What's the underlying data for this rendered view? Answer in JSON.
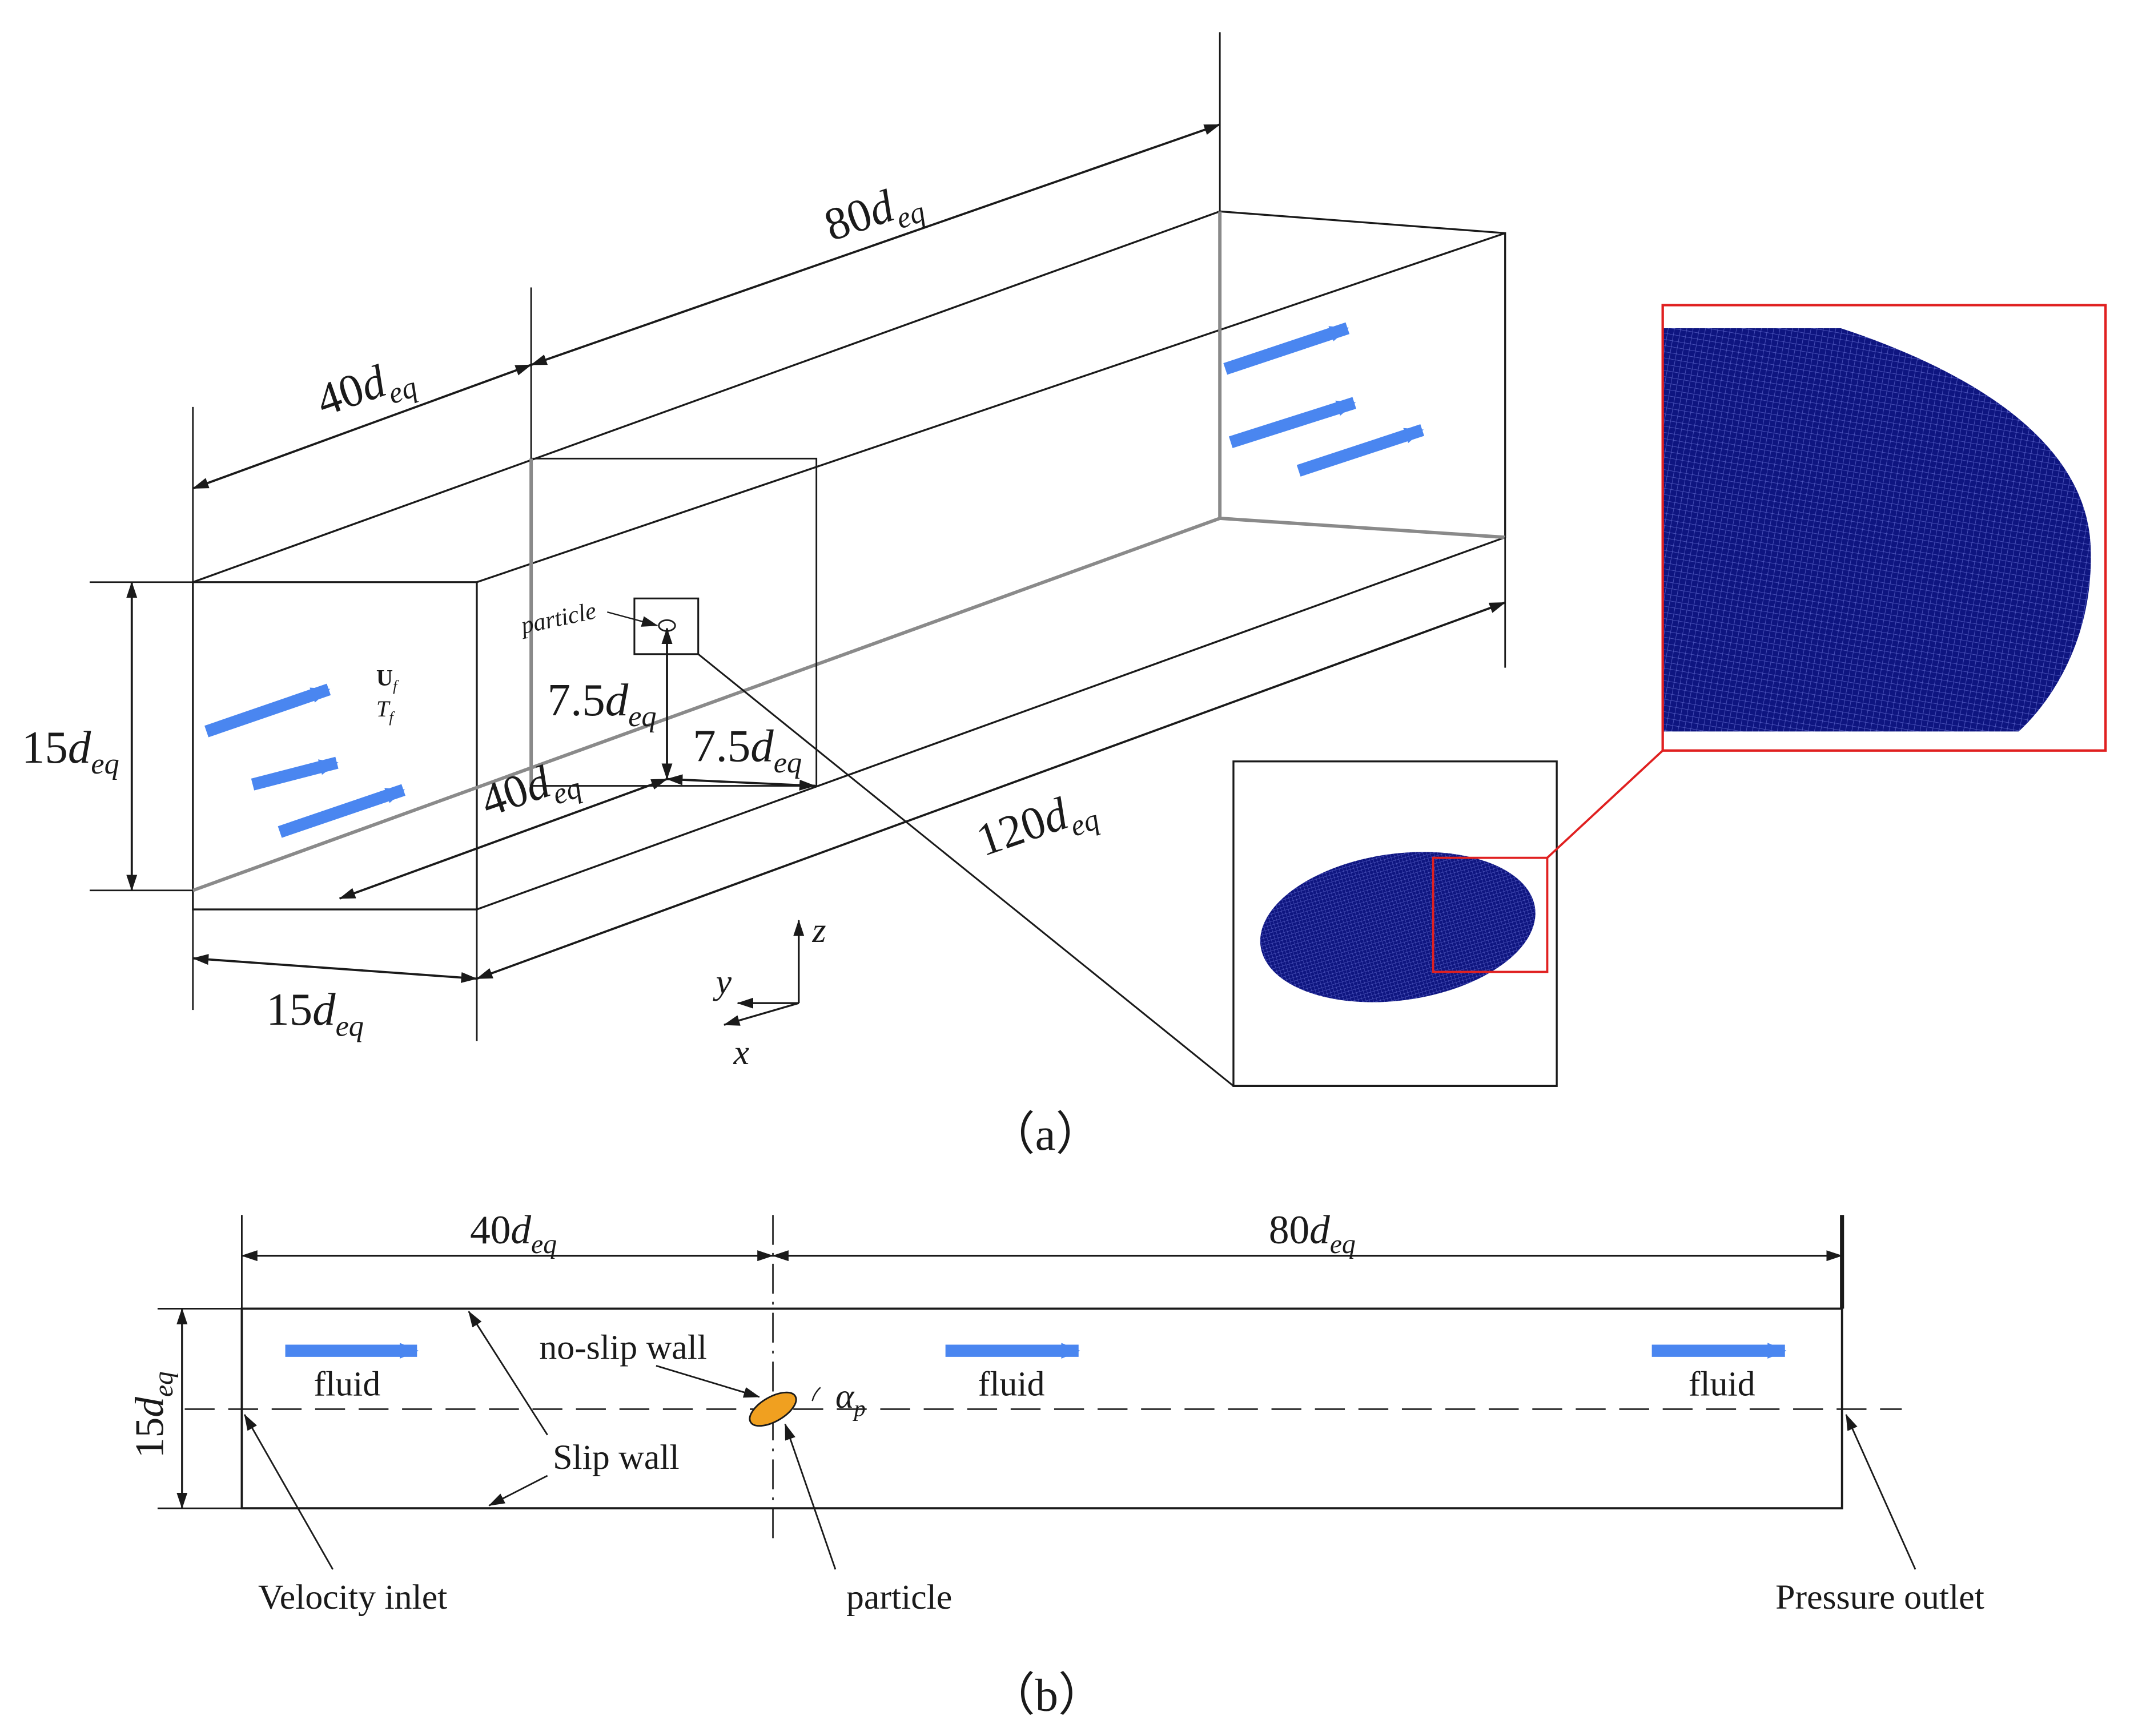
{
  "colors": {
    "line": "#1a1a1a",
    "flow_arrow": "#4a86f0",
    "mesh_fill": "#0e1580",
    "mesh_line": "#5a62c8",
    "zoom_box": "#e02020",
    "particle_fill": "#f0a020"
  },
  "panel_a": {
    "caption": "（a）",
    "dims": {
      "length_80": {
        "num": "80",
        "sym": "d",
        "sub": "eq"
      },
      "length_40_top": {
        "num": "40",
        "sym": "d",
        "sub": "eq"
      },
      "height_15": {
        "num": "15",
        "sym": "d",
        "sub": "eq"
      },
      "width_15": {
        "num": "15",
        "sym": "d",
        "sub": "eq"
      },
      "particle_z": {
        "num": "7.5",
        "sym": "d",
        "sub": "eq"
      },
      "particle_y": {
        "num": "7.5",
        "sym": "d",
        "sub": "eq"
      },
      "particle_x": {
        "num": "40",
        "sym": "d",
        "sub": "eq"
      },
      "length_120": {
        "num": "120",
        "sym": "d",
        "sub": "eq"
      }
    },
    "inlet": {
      "velocity": {
        "sym": "U",
        "sub": "f"
      },
      "temperature": {
        "sym": "T",
        "sub": "f"
      }
    },
    "particle_label": "particle",
    "axes": {
      "z": "z",
      "y": "y",
      "x": "x"
    }
  },
  "panel_b": {
    "caption": "（b）",
    "dims": {
      "upstream": {
        "num": "40",
        "sym": "d",
        "sub": "eq"
      },
      "downstream": {
        "num": "80",
        "sym": "d",
        "sub": "eq"
      },
      "height": {
        "num": "15",
        "sym": "d",
        "sub": "eq"
      }
    },
    "fluid_labels": [
      "fluid",
      "fluid",
      "fluid"
    ],
    "no_slip_wall": "no-slip wall",
    "slip_wall": "Slip wall",
    "angle": {
      "sym": "α",
      "sub": "p"
    },
    "velocity_inlet": "Velocity inlet",
    "particle": "particle",
    "pressure_outlet": "Pressure outlet"
  }
}
